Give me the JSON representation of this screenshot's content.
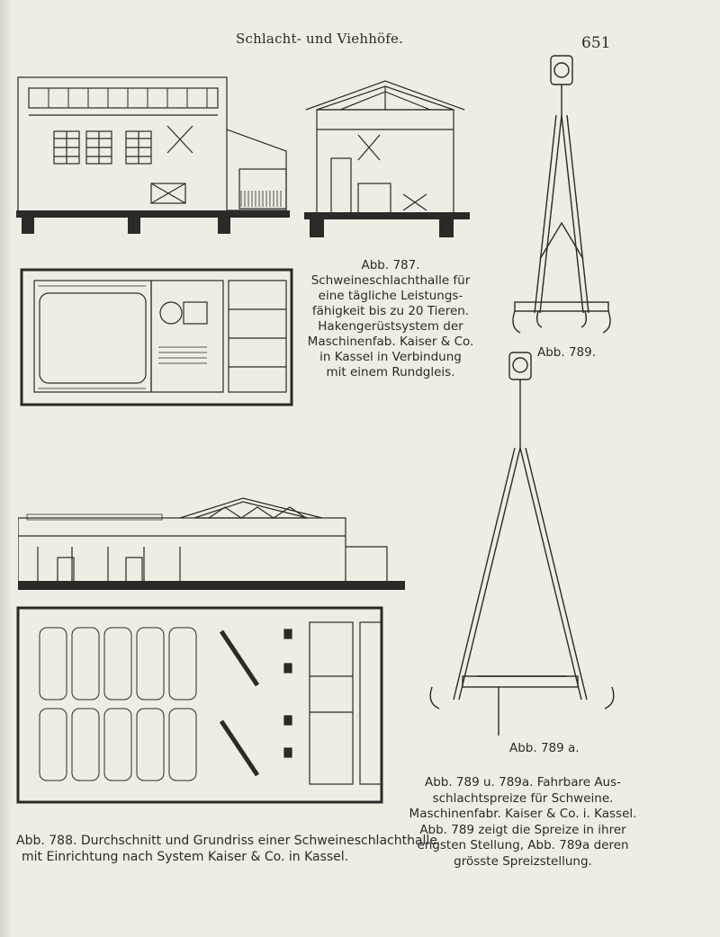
{
  "header": {
    "running_head": "Schlacht- und Viehhöfe.",
    "page_number": "651"
  },
  "figures": {
    "fig787": {
      "caption_lines": [
        "Abb. 787.",
        "Schweineschlachthalle für",
        "eine tägliche Leistungs-",
        "fähigkeit bis zu 20 Tieren.",
        "Hakengerüstsystem der",
        "Maschinenfab. Kaiser & Co.",
        "in Kassel in Verbindung",
        "mit einem Rundgleis."
      ]
    },
    "fig788": {
      "caption_lines": [
        "Abb. 788. Durchschnitt und Grundriss einer Schweineschlachthalle",
        "mit Einrichtung nach System Kaiser & Co. in Kassel."
      ]
    },
    "fig789": {
      "label": "Abb. 789.",
      "label_a": "Abb. 789 a.",
      "caption_lines": [
        "Abb. 789 u. 789a. Fahrbare Aus-",
        "schlachtspreize für Schweine.",
        "Maschinenfabr. Kaiser & Co. i. Kassel.",
        "Abb. 789 zeigt die Spreize in ihrer",
        "engsten Stellung, Abb. 789a deren",
        "grösste Spreizstellung."
      ]
    }
  }
}
